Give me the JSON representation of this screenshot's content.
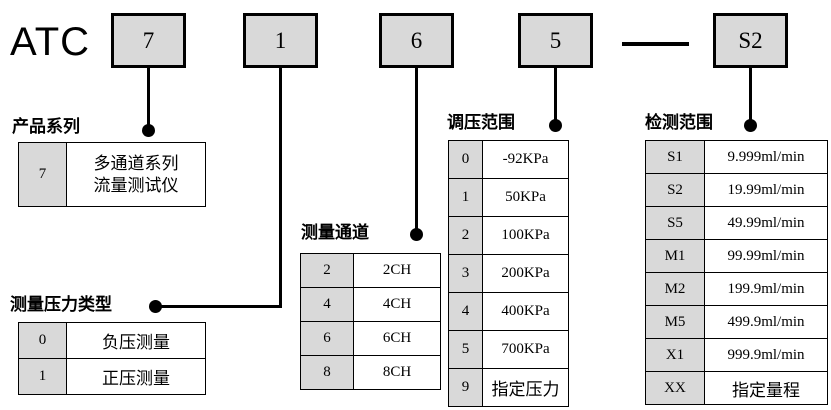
{
  "model": {
    "brand": "ATC",
    "separator": "—",
    "boxes": [
      {
        "value": "7"
      },
      {
        "value": "1"
      },
      {
        "value": "6"
      },
      {
        "value": "5"
      },
      {
        "value": "S2"
      }
    ]
  },
  "sections": {
    "product_series": {
      "caption": "产品系列",
      "rows": [
        {
          "code": "7",
          "desc_line1": "多通道系列",
          "desc_line2": "流量测试仪"
        }
      ]
    },
    "pressure_type": {
      "caption": "测量压力类型",
      "rows": [
        {
          "code": "0",
          "desc": "负压测量"
        },
        {
          "code": "1",
          "desc": "正压测量"
        }
      ]
    },
    "channels": {
      "caption": "测量通道",
      "rows": [
        {
          "code": "2",
          "desc": "2CH"
        },
        {
          "code": "4",
          "desc": "4CH"
        },
        {
          "code": "6",
          "desc": "6CH"
        },
        {
          "code": "8",
          "desc": "8CH"
        }
      ]
    },
    "pressure_range": {
      "caption": "调压范围",
      "rows": [
        {
          "code": "0",
          "desc": "-92KPa"
        },
        {
          "code": "1",
          "desc": "50KPa"
        },
        {
          "code": "2",
          "desc": "100KPa"
        },
        {
          "code": "3",
          "desc": "200KPa"
        },
        {
          "code": "4",
          "desc": "400KPa"
        },
        {
          "code": "5",
          "desc": "700KPa"
        },
        {
          "code": "9",
          "desc": "指定压力"
        }
      ]
    },
    "detection_range": {
      "caption": "检测范围",
      "rows": [
        {
          "code": "S1",
          "desc": "9.999ml/min"
        },
        {
          "code": "S2",
          "desc": "19.99ml/min"
        },
        {
          "code": "S5",
          "desc": "49.99ml/min"
        },
        {
          "code": "M1",
          "desc": "99.99ml/min"
        },
        {
          "code": "M2",
          "desc": "199.9ml/min"
        },
        {
          "code": "M5",
          "desc": "499.9ml/min"
        },
        {
          "code": "X1",
          "desc": "999.9ml/min"
        },
        {
          "code": "XX",
          "desc": "指定量程"
        }
      ]
    }
  },
  "colors": {
    "code_cell_fill": "#d9d9d9",
    "line": "#000000",
    "background": "#ffffff"
  }
}
